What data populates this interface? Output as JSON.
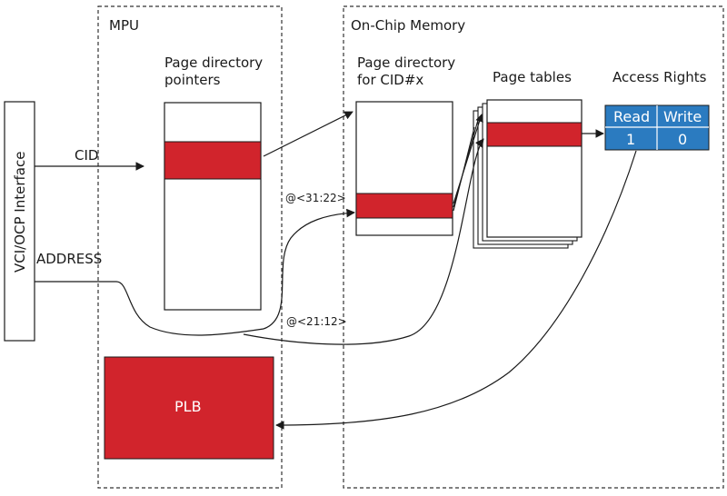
{
  "interface": {
    "label": "VCI/OCP Interface"
  },
  "signals": {
    "cid": "CID",
    "address": "ADDRESS"
  },
  "mpu": {
    "title": "MPU",
    "pdp_title_line1": "Page directory",
    "pdp_title_line2": "pointers",
    "plb_label": "PLB"
  },
  "memory": {
    "title": "On-Chip Memory",
    "pd_title_line1": "Page directory",
    "pd_title_line2": "for CID#x",
    "pt_title": "Page tables",
    "ar_title": "Access Rights"
  },
  "access_rights": {
    "read_header": "Read",
    "write_header": "Write",
    "read_value": "1",
    "write_value": "0"
  },
  "address_bits": {
    "upper": "@<31:22>",
    "lower": "@<21:12>"
  },
  "colors": {
    "red": "#d1242c",
    "blue": "#2b7bc0",
    "line": "#1a1a1a"
  }
}
